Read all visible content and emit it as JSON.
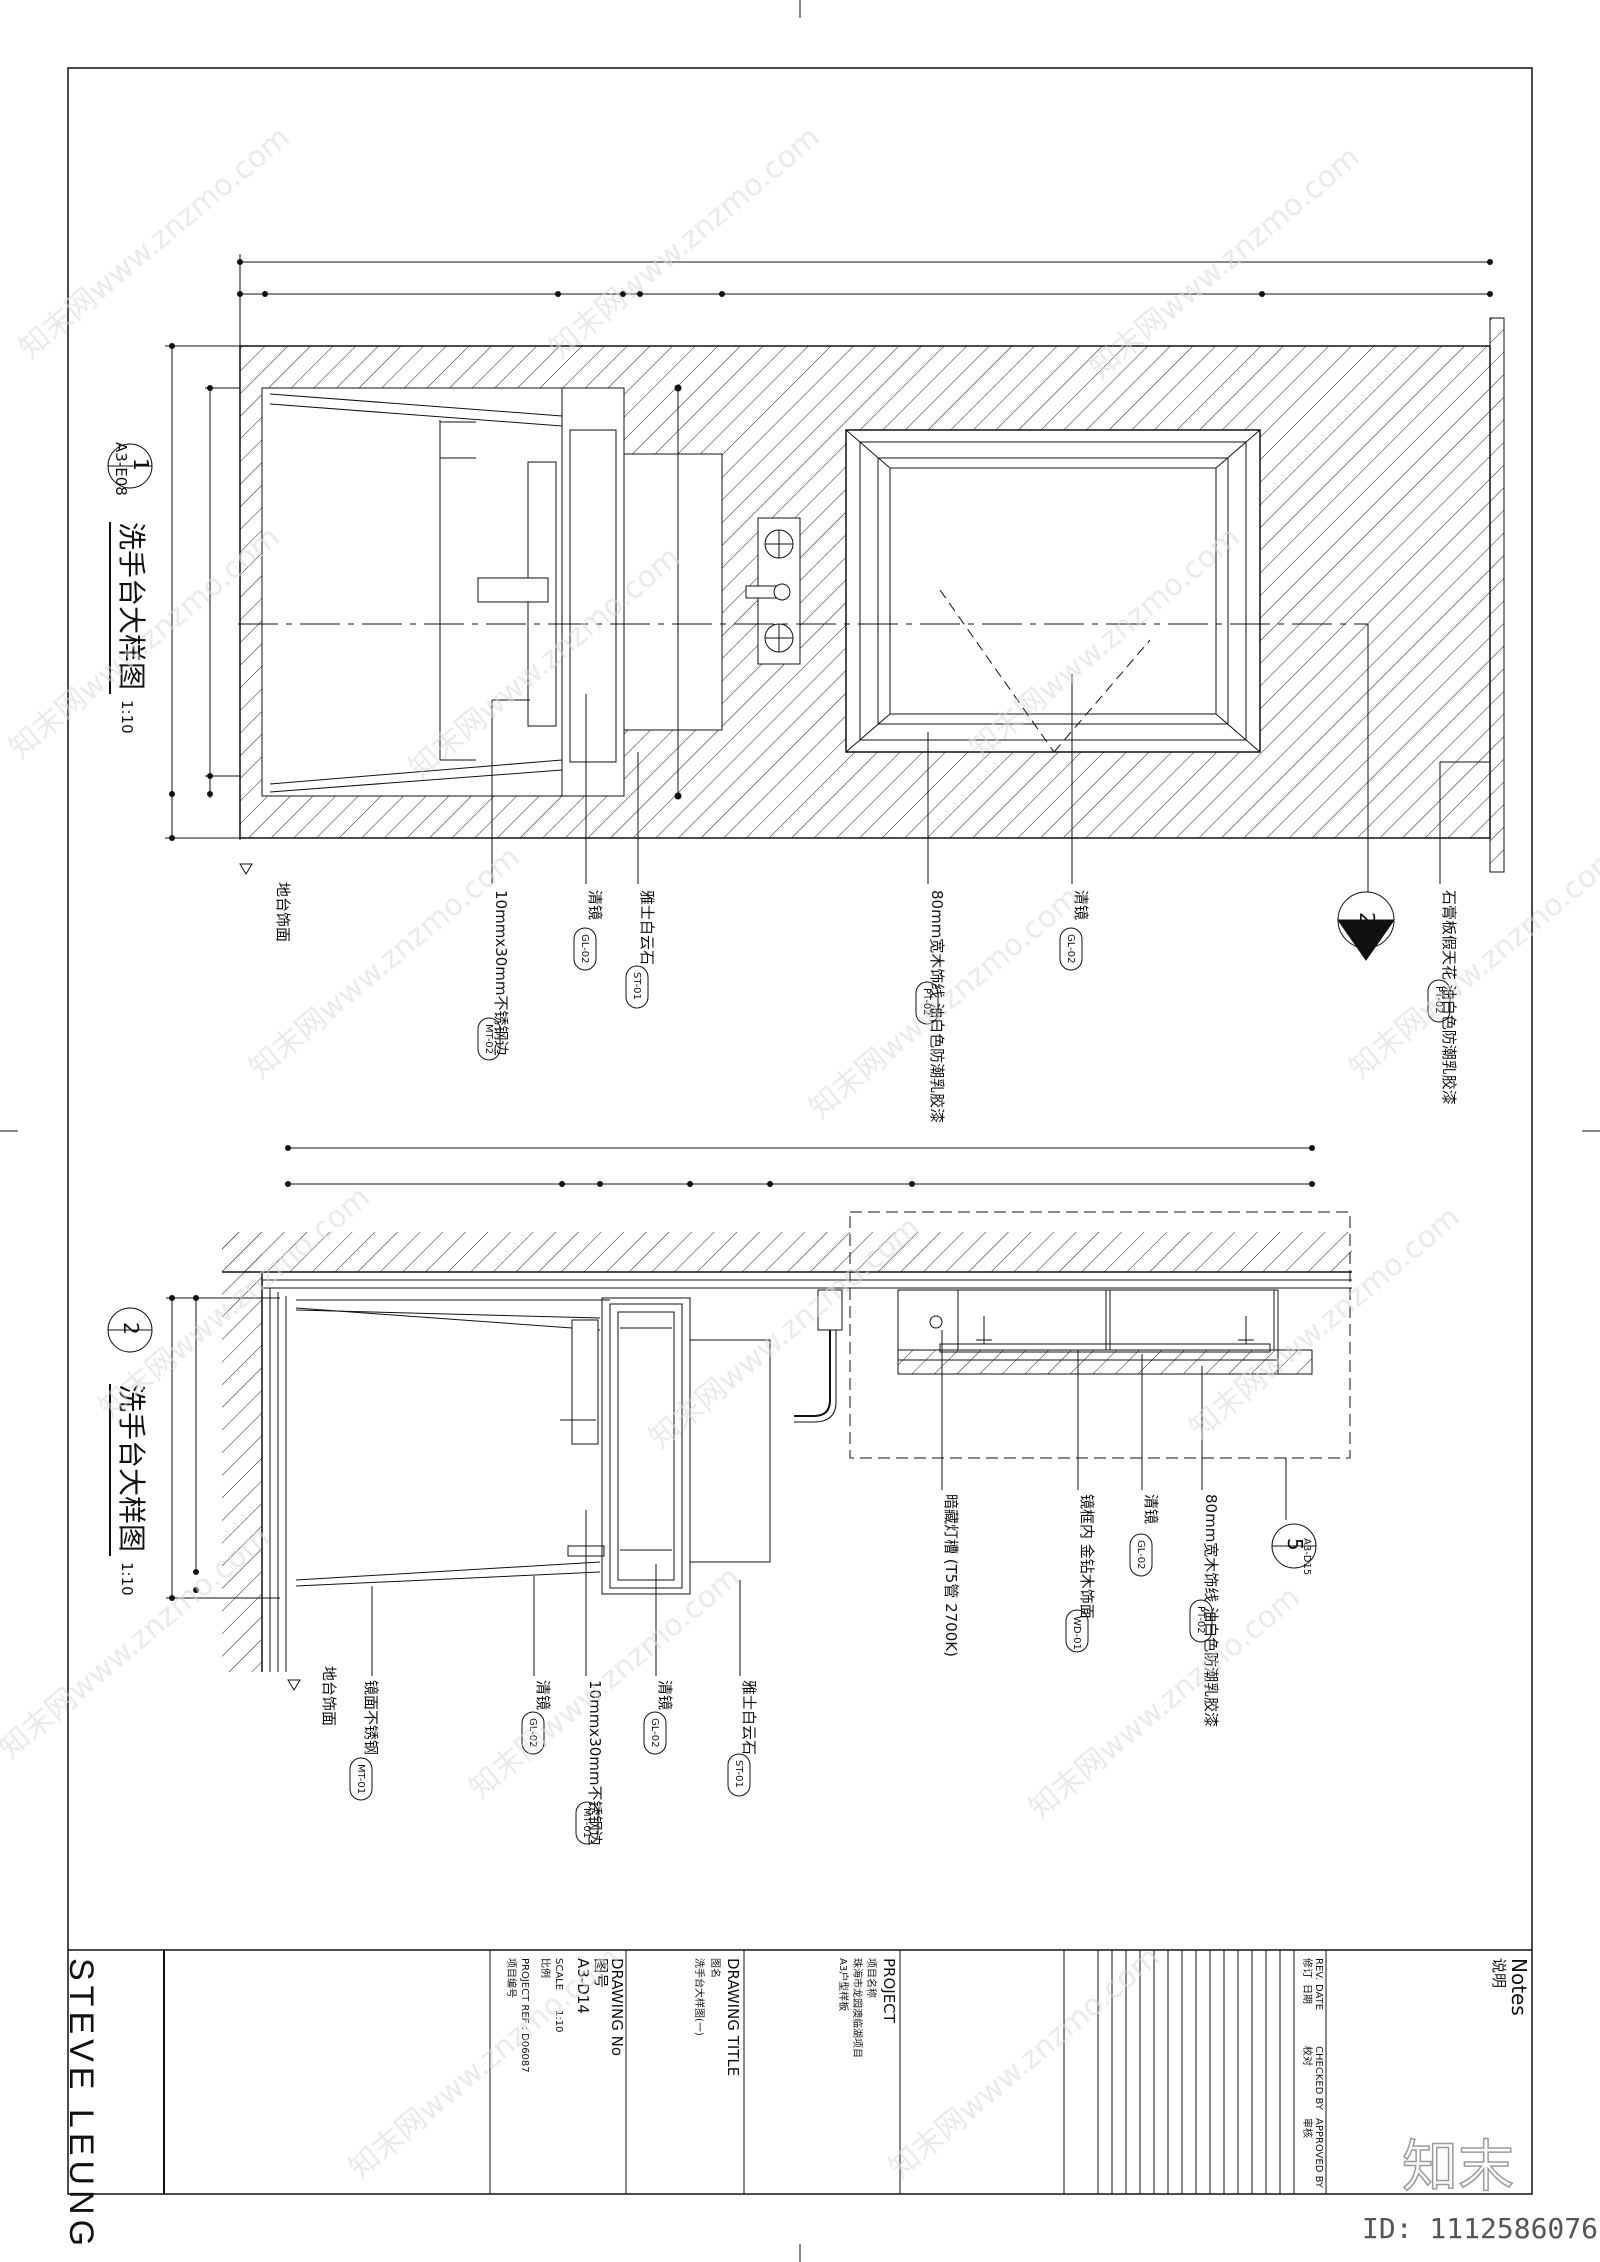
{
  "drawing1": {
    "number": "1",
    "ref": "A3-E08",
    "title": "洗手台大样图",
    "scale": "1:10",
    "floor_label": "地台饰面",
    "callout_ref": "2",
    "callouts": [
      {
        "text": "10mmx30mm不锈钢边",
        "tag": "MT-02"
      },
      {
        "text": "清镜",
        "tag": "GL-02"
      },
      {
        "text": "雅士白云石",
        "tag": "ST-01"
      },
      {
        "text": "80mm宽木饰线 油白色防潮乳胶漆",
        "tag": "PT-02"
      },
      {
        "text": "清镜",
        "tag": "GL-02"
      },
      {
        "text": "石膏板假天花 油白色防潮乳胶漆",
        "tag": "PT-02"
      }
    ]
  },
  "drawing2": {
    "number": "2",
    "title": "洗手台大样图",
    "scale": "1:10",
    "floor_label": "地台饰面",
    "callout_num": "5",
    "callout_ref": "A3-D15",
    "callouts": [
      {
        "text": "镜面不锈钢",
        "tag": "MT-01"
      },
      {
        "text": "清镜",
        "tag": "GL-02"
      },
      {
        "text": "10mmx30mm不锈钢边",
        "tag": "MT-01"
      },
      {
        "text": "清镜",
        "tag": "GL-02"
      },
      {
        "text": "雅士白云石",
        "tag": "ST-01"
      },
      {
        "text": "暗藏灯槽 (T5管 2700K)",
        "tag": ""
      },
      {
        "text": "镜框内 金钻木饰面",
        "tag": "WD-01"
      },
      {
        "text": "清镜",
        "tag": "GL-02"
      },
      {
        "text": "80mm宽木饰线 油白色防潮乳胶漆",
        "tag": "PT-02"
      }
    ]
  },
  "title_block": {
    "brand": "STEVE LEUNG",
    "notes_en": "Notes",
    "notes_cn": "说明",
    "rev_header": [
      "REV.",
      "DATE",
      "CHECKED BY",
      "APPROVED BY"
    ],
    "rev_header_cn": [
      "修订",
      "日期",
      "校对",
      "审核"
    ],
    "project_label": "PROJECT",
    "project_cn": "项目名称",
    "project_name": "珠海市龙园澳临湖项目",
    "project_sub": "A3户型样板",
    "drawing_title_label": "DRAWING TITLE",
    "drawing_title_cn": "图名",
    "drawing_title_value": "洗手台大样图(一)",
    "drawing_no_label": "DRAWING No",
    "drawing_no_cn": "图号",
    "drawing_no": "A3-D14",
    "scale_label": "SCALE",
    "scale_cn": "比例",
    "scale_value": "1:10",
    "project_ref_label": "PROJECT REF : D06087",
    "project_ref_cn": "项目编号"
  },
  "watermark": "知末网www.znzmo.com",
  "logo_text": "知末",
  "id_text": "ID: 1112586076"
}
